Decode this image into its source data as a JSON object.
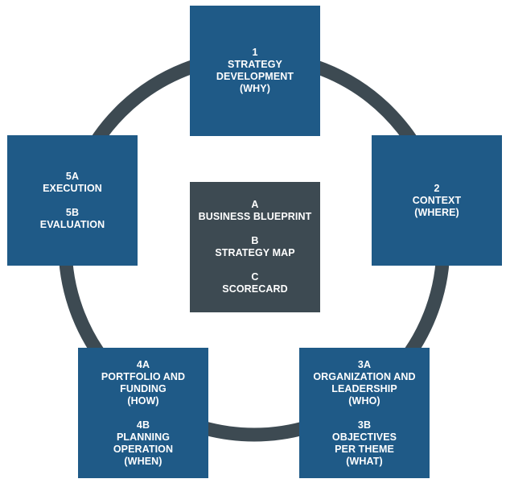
{
  "diagram": {
    "colors": {
      "box": "#1f5a87",
      "center": "#3d4a52",
      "ring": "#3d4a52"
    },
    "center": {
      "groups": [
        {
          "id": "a",
          "lines": [
            "A",
            "BUSINESS BLUEPRINT"
          ]
        },
        {
          "id": "b",
          "lines": [
            "B",
            "STRATEGY MAP"
          ]
        },
        {
          "id": "c",
          "lines": [
            "C",
            "SCORECARD"
          ]
        }
      ]
    },
    "boxes": {
      "strategy": {
        "groups": [
          {
            "id": "1",
            "lines": [
              "1",
              "STRATEGY",
              "DEVELOPMENT",
              "(WHY)"
            ]
          }
        ]
      },
      "context": {
        "groups": [
          {
            "id": "2",
            "lines": [
              "2",
              "CONTEXT",
              "(WHERE)"
            ]
          }
        ]
      },
      "organization": {
        "groups": [
          {
            "id": "3a",
            "lines": [
              "3A",
              "ORGANIZATION AND",
              "LEADERSHIP",
              "(WHO)"
            ]
          },
          {
            "id": "3b",
            "lines": [
              "3B",
              "OBJECTIVES",
              "PER THEME",
              "(WHAT)"
            ]
          }
        ]
      },
      "portfolio": {
        "groups": [
          {
            "id": "4a",
            "lines": [
              "4A",
              "PORTFOLIO AND",
              "FUNDING",
              "(HOW)"
            ]
          },
          {
            "id": "4b",
            "lines": [
              "4B",
              "PLANNING",
              "OPERATION",
              "(WHEN)"
            ]
          }
        ]
      },
      "execution": {
        "groups": [
          {
            "id": "5a",
            "lines": [
              "5A",
              "EXECUTION"
            ]
          },
          {
            "id": "5b",
            "lines": [
              "5B",
              "EVALUATION"
            ]
          }
        ]
      }
    }
  }
}
